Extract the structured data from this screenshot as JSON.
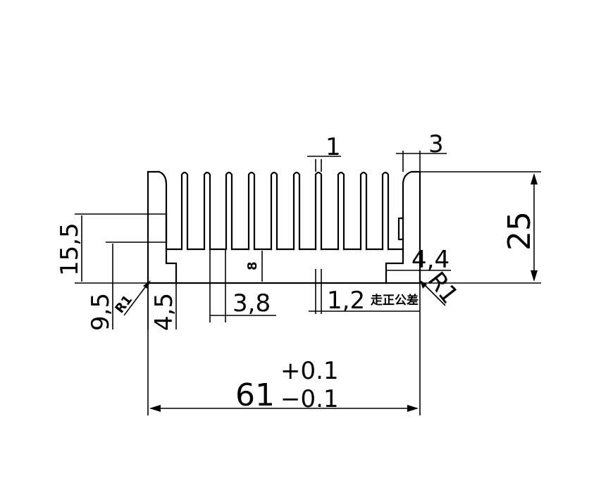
{
  "colors": {
    "line": "#000000",
    "background": "#ffffff"
  },
  "dimensions": {
    "fin_thickness": "1",
    "wall_thickness": "3",
    "height": "25",
    "base_height": "15,5",
    "step_height": "9,5",
    "radius_left": "R1",
    "left_offset": "4,5",
    "fin_gap": "3,8",
    "slot_depth": "8",
    "base_thickness": "1,2",
    "tolerance_note": "走正公差",
    "right_step": "4,4",
    "radius_right": "R1",
    "width": "61",
    "tol_plus": "+0.1",
    "tol_minus": "−0.1"
  }
}
